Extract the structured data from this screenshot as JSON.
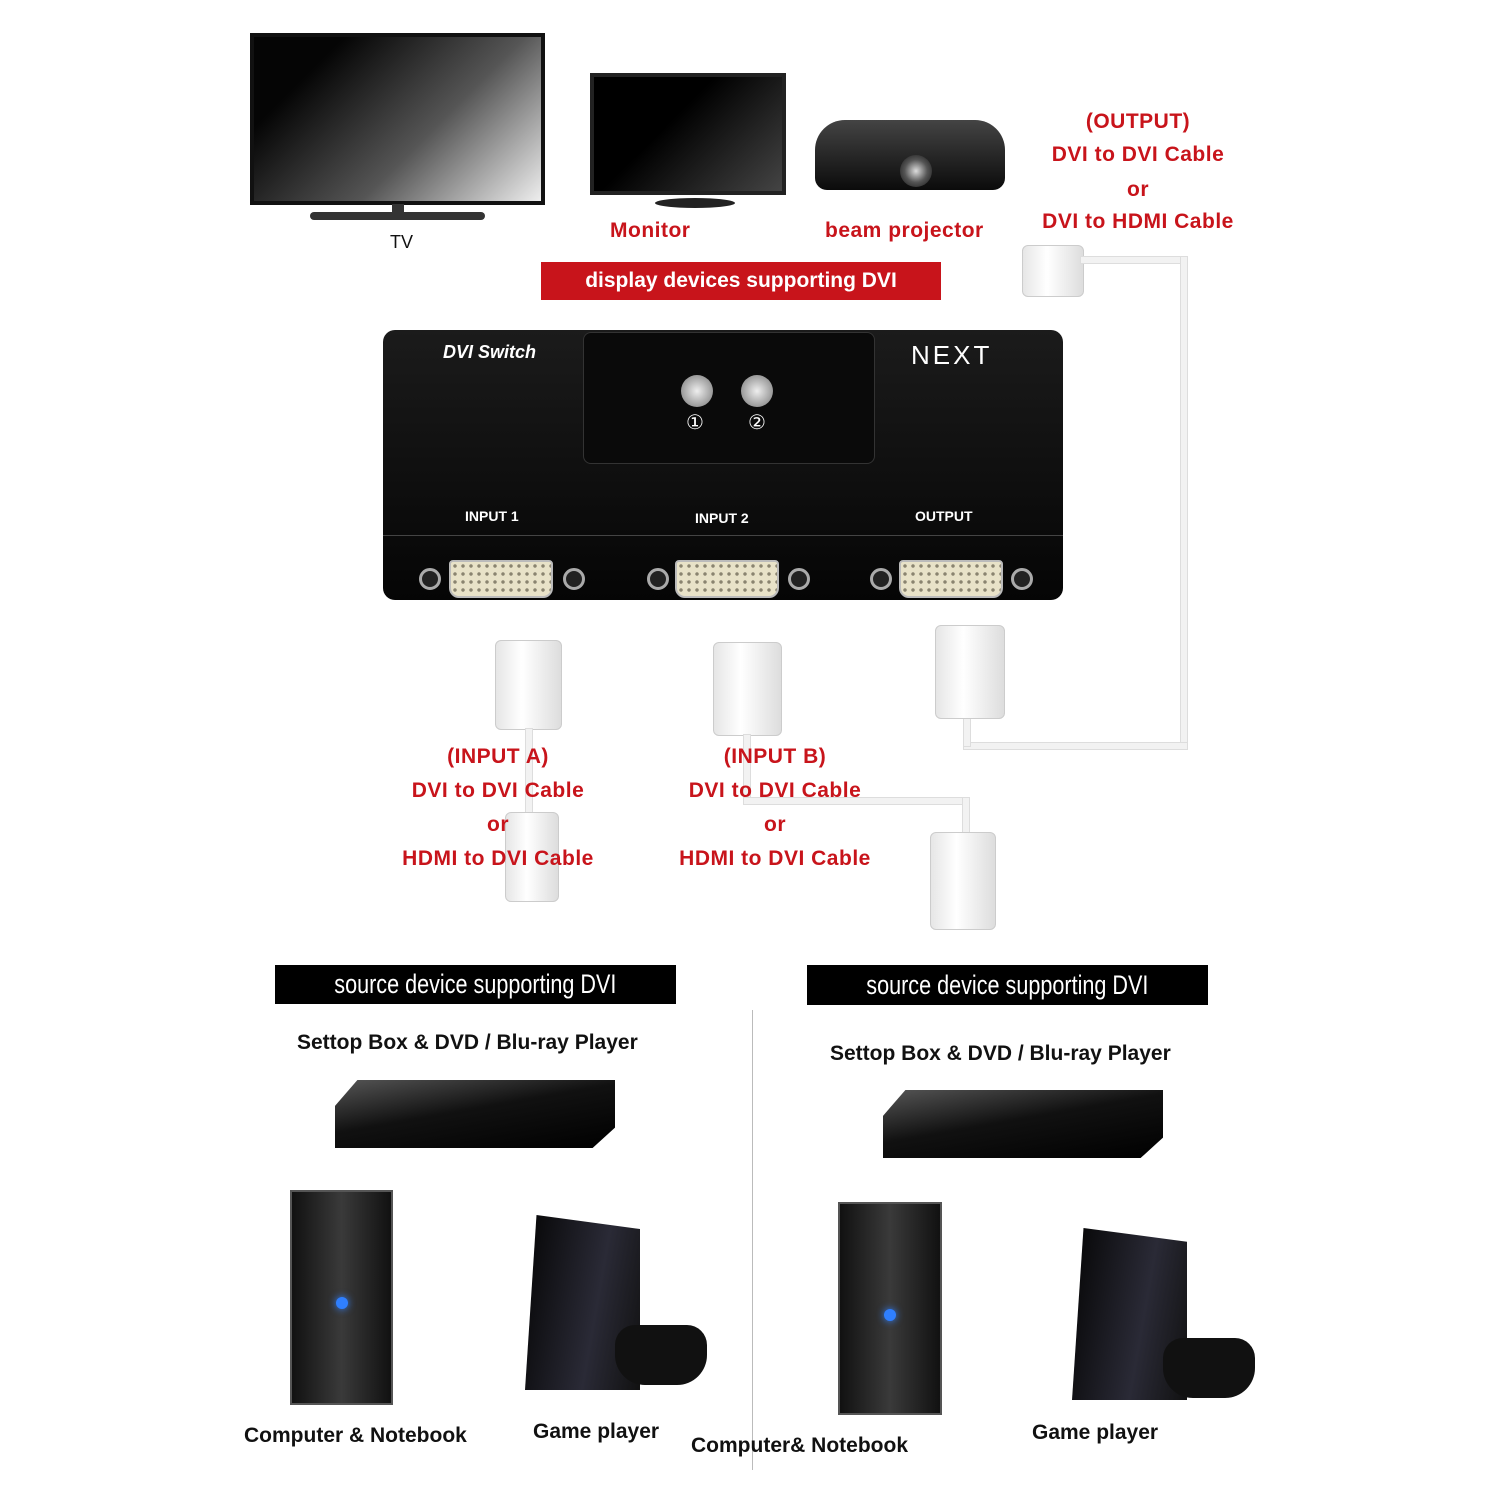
{
  "displays": {
    "tv_label": "TV",
    "monitor_label": "Monitor",
    "projector_label": "beam projector",
    "banner": "display devices supporting DVI"
  },
  "output_cable": {
    "title": "(OUTPUT)",
    "line1": "DVI to DVI Cable",
    "or": "or",
    "line2": "DVI to HDMI Cable"
  },
  "switch": {
    "name": "DVI Switch",
    "brand": "NEXT",
    "button1": "①",
    "button2": "②",
    "port1": "INPUT 1",
    "port2": "INPUT 2",
    "port3": "OUTPUT"
  },
  "input_a": {
    "title": "(INPUT A)",
    "line1": "DVI to DVI Cable",
    "or": "or",
    "line2": "HDMI to DVI Cable"
  },
  "input_b": {
    "title": "(INPUT B)",
    "line1": "DVI to DVI Cable",
    "or": "or",
    "line2": "HDMI to DVI Cable"
  },
  "sources": [
    {
      "banner": "source device supporting DVI",
      "settop": "Settop Box & DVD / Blu-ray Player",
      "computer": "Computer & Notebook",
      "game": "Game player"
    },
    {
      "banner": "source device supporting DVI",
      "settop": "Settop Box & DVD / Blu-ray Player",
      "computer": "Computer& Notebook",
      "game": "Game player"
    }
  ],
  "colors": {
    "accent_red": "#c8141b",
    "device_black": "#0d0d0d"
  }
}
